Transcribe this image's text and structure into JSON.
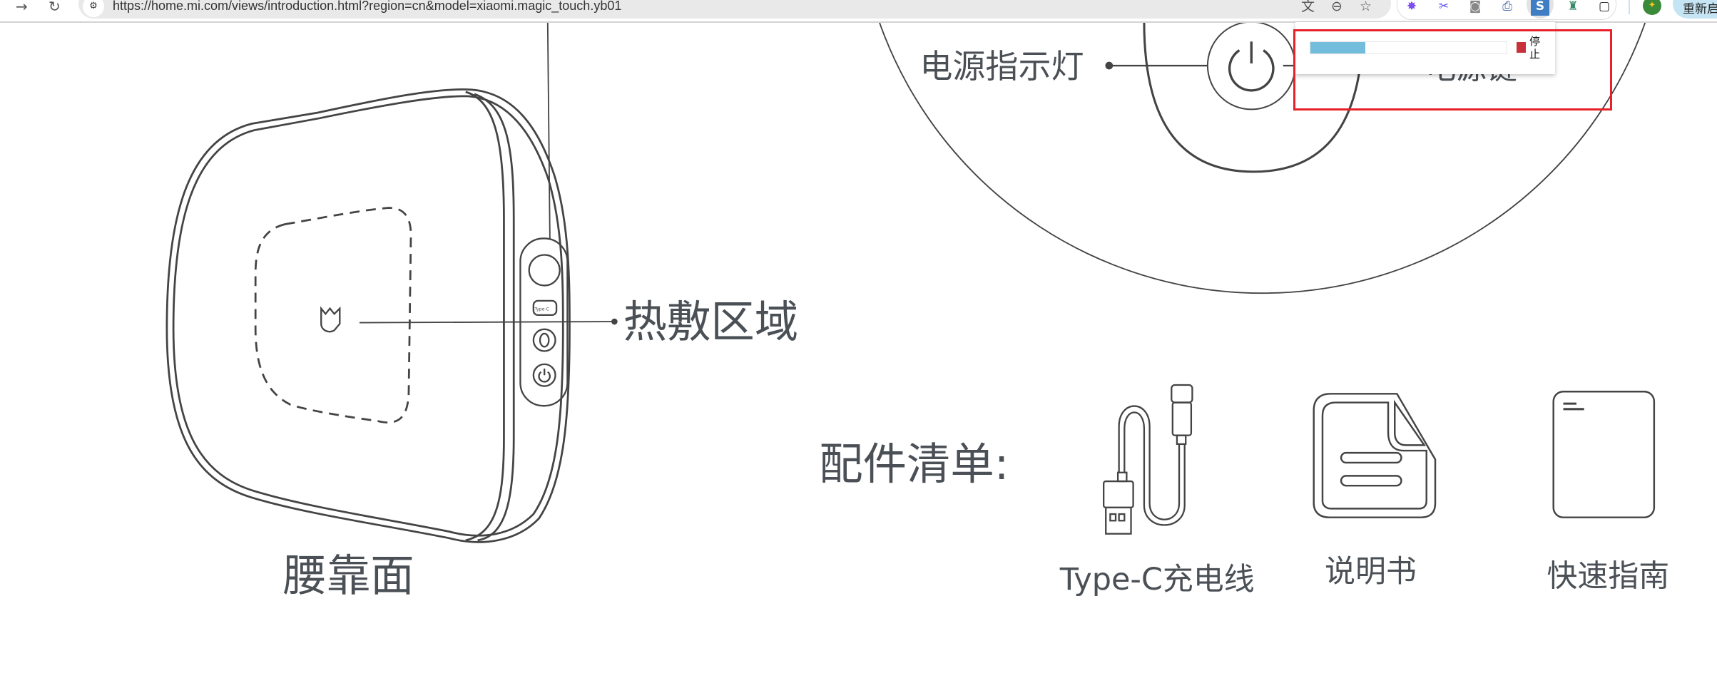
{
  "browser": {
    "url": "https://home.mi.com/views/introduction.html?region=cn&model=xiaomi.magic_touch.yb01",
    "relaunch_label": "重新启动",
    "icons": [
      "back-icon",
      "reload-icon",
      "site-info-icon",
      "translate-icon",
      "zoom-out-icon",
      "star-icon",
      "gear-extension-icon",
      "scissors-extension-icon",
      "camera-extension-icon",
      "printer-extension-icon",
      "s-extension-icon",
      "doll-extension-icon",
      "puzzle-extension-icon",
      "profile-avatar"
    ]
  },
  "popup": {
    "progress_percent": 28,
    "stop_label": "停止",
    "fill_color": "#72bcdc",
    "stop_color": "#c8313a",
    "highlight_color": "#e8202a"
  },
  "diagram": {
    "power_indicator_label": "电源指示灯",
    "power_key_label": "电源键",
    "heat_zone_label": "热敷区域",
    "waist_side_label": "腰靠面",
    "button_typec_mark": "Type-C",
    "accessories_title": "配件清单:",
    "accessories": [
      {
        "label": "Type-C充电线"
      },
      {
        "label": "说明书"
      },
      {
        "label": "快速指南"
      }
    ]
  }
}
